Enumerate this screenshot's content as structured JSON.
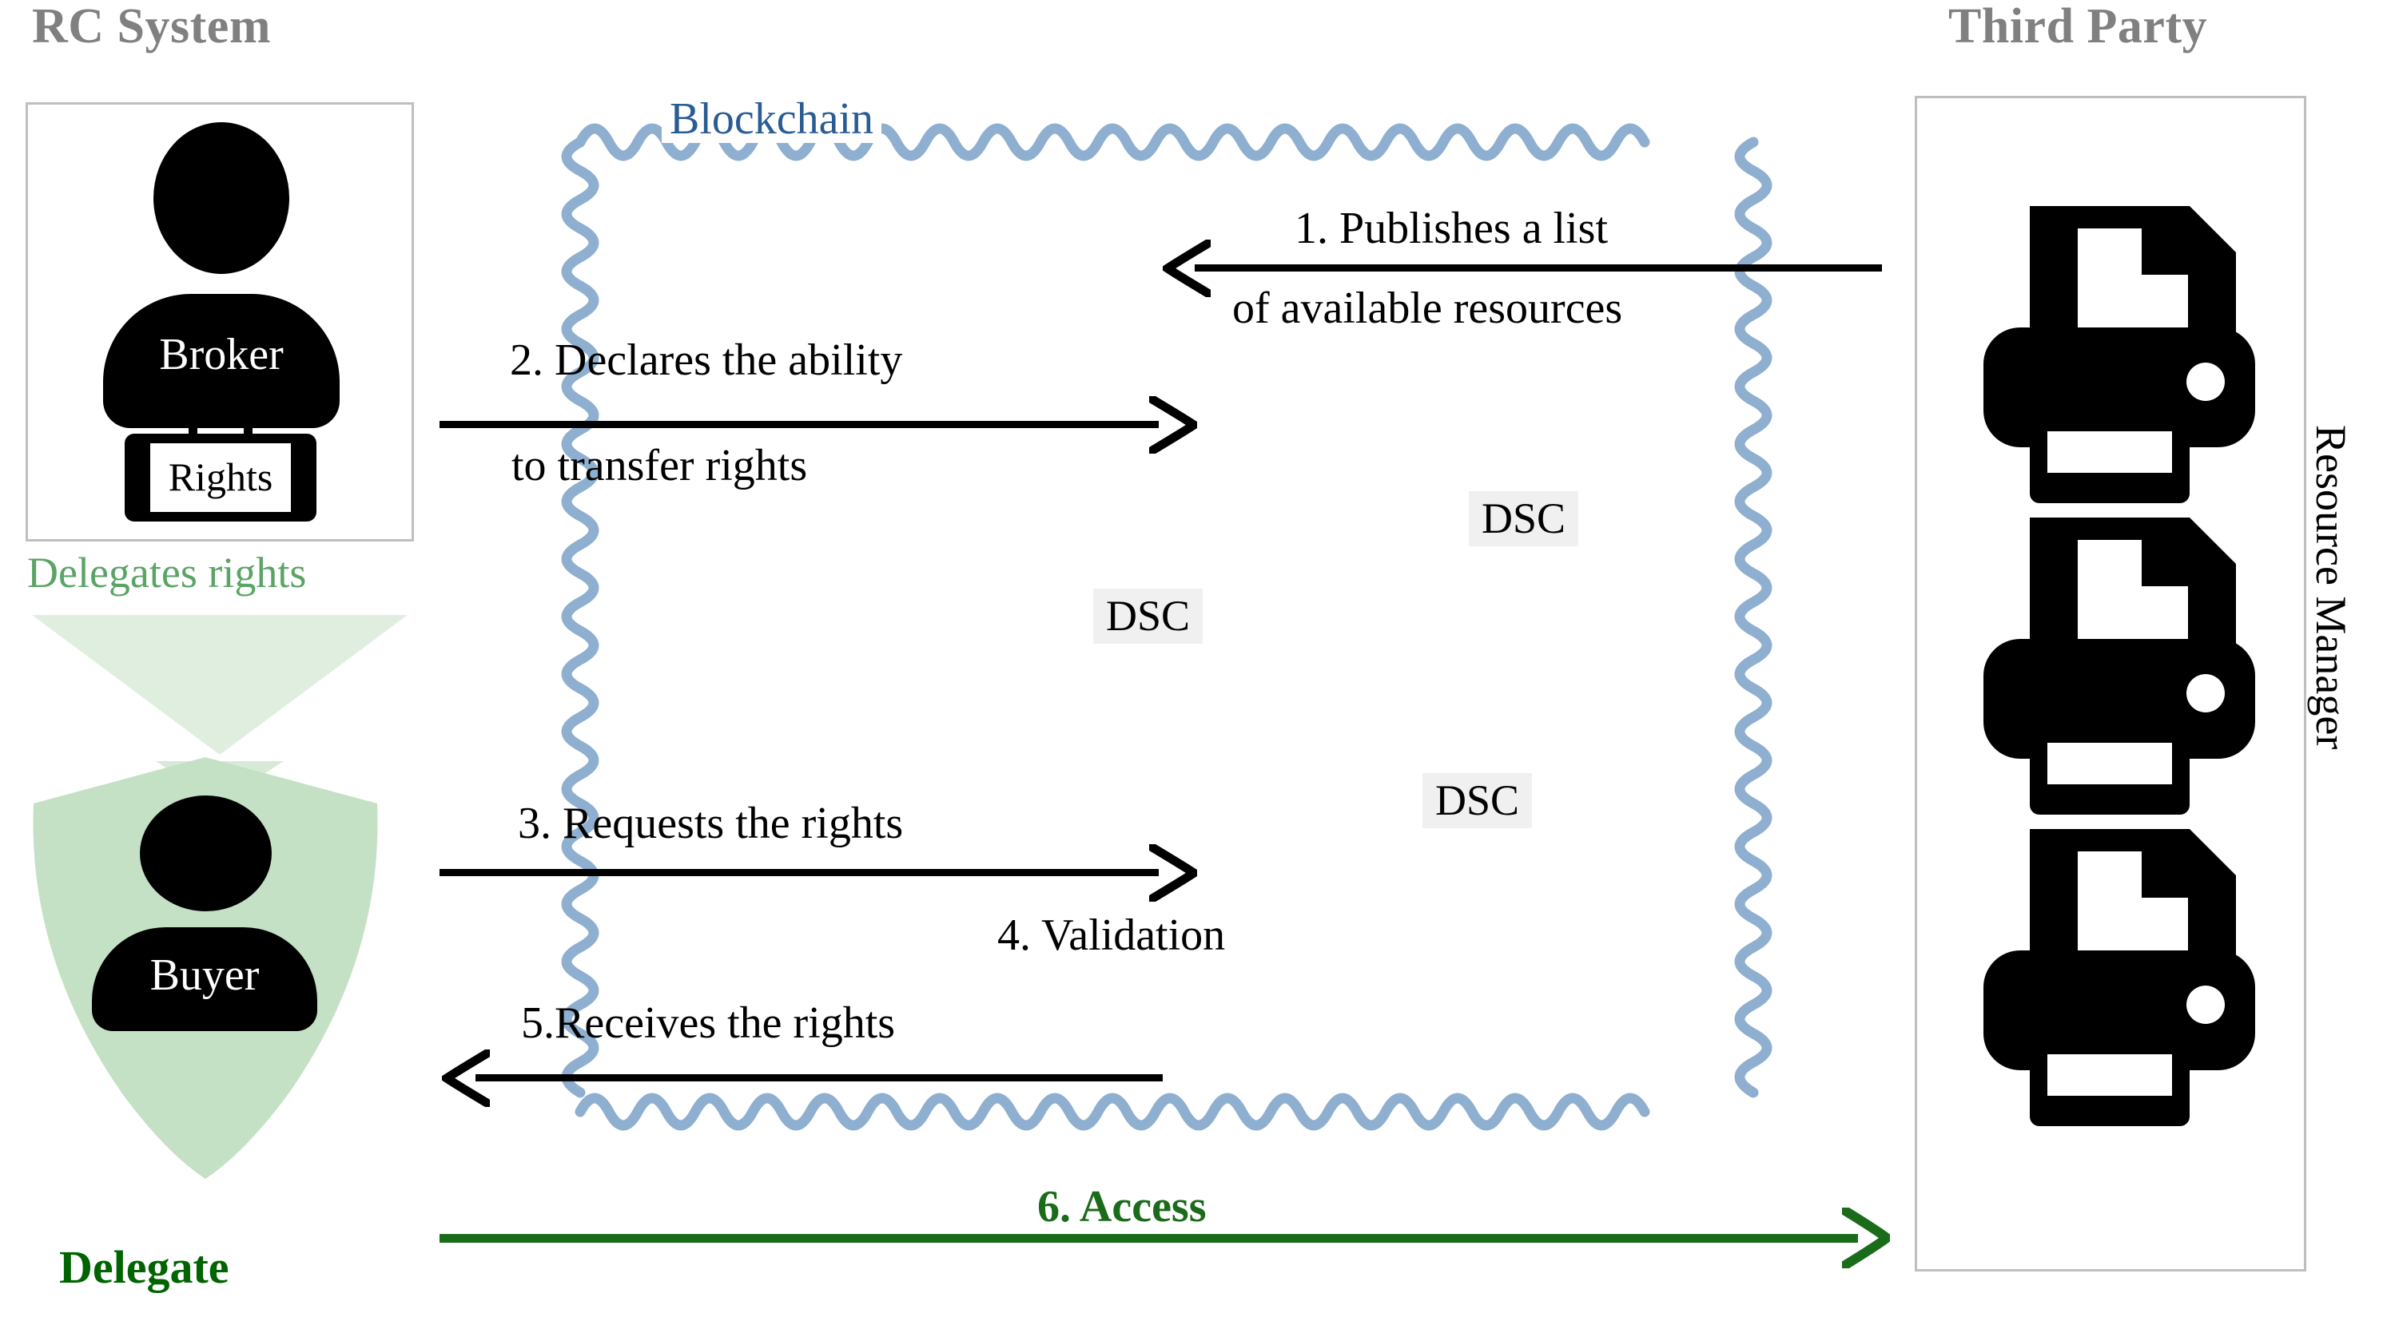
{
  "diagram": {
    "title_left": "RC System",
    "title_right": "Third Party",
    "blockchain_label": "Blockchain",
    "resource_manager_label": "Resource Manager"
  },
  "actors": {
    "broker": {
      "role_label": "Broker",
      "asset_label": "Rights"
    },
    "buyer": {
      "role_label": "Buyer",
      "caption": "Delegate",
      "delegation_note": "Delegates rights"
    }
  },
  "steps": [
    {
      "id": 1,
      "line1": "1. Publishes a list",
      "line2": "of available resources",
      "direction": "left",
      "color": "#000000"
    },
    {
      "id": 2,
      "line1": "2. Declares the ability",
      "line2": "to transfer rights",
      "direction": "right",
      "color": "#000000"
    },
    {
      "id": 3,
      "line1": "3. Requests the rights",
      "line2": "",
      "direction": "right",
      "color": "#000000"
    },
    {
      "id": 4,
      "line1": "4. Validation",
      "line2": "",
      "direction": "none",
      "color": "#000000"
    },
    {
      "id": 5,
      "line1": "5.Receives the rights",
      "line2": "",
      "direction": "left",
      "color": "#000000"
    },
    {
      "id": 6,
      "line1": "6. Access",
      "line2": "",
      "direction": "right",
      "color": "#006400"
    }
  ],
  "smart_contracts": [
    {
      "label": "DSC"
    },
    {
      "label": "DSC"
    },
    {
      "label": "DSC"
    }
  ],
  "resources": [
    {
      "icon": "printer-icon"
    },
    {
      "icon": "printer-icon"
    },
    {
      "icon": "printer-icon"
    }
  ],
  "colors": {
    "panel_border": "#bfbfbf",
    "panel_title": "#808080",
    "blockchain": "#8fafd0",
    "blockchain_text": "#2a5c94",
    "green_accent": "#006400",
    "green_light": "#c5e1c5",
    "green_note": "#5aa465",
    "chip_bg": "#f0f0f0",
    "ink": "#000000"
  }
}
